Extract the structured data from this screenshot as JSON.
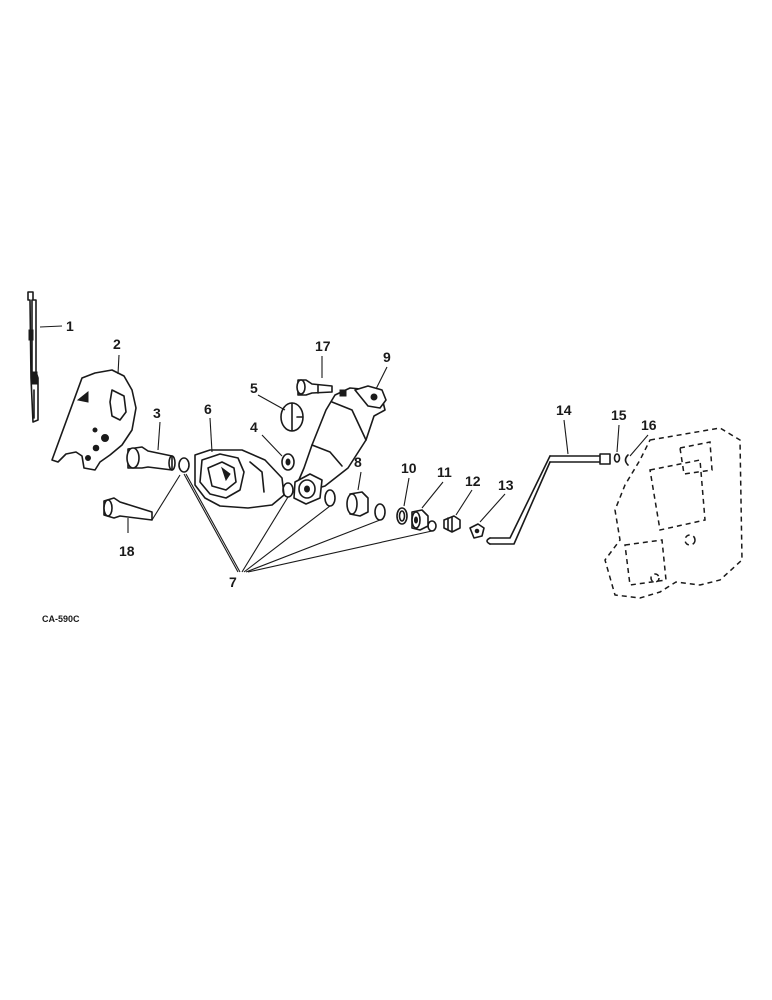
{
  "diagram": {
    "callouts": {
      "c1": "1",
      "c2": "2",
      "c3": "3",
      "c4": "4",
      "c5": "5",
      "c6": "6",
      "c7": "7",
      "c8": "8",
      "c9": "9",
      "c10": "10",
      "c11": "11",
      "c12": "12",
      "c13": "13",
      "c14": "14",
      "c15": "15",
      "c16": "16",
      "c17": "17",
      "c18": "18"
    },
    "figure_code": "CA-590C"
  }
}
